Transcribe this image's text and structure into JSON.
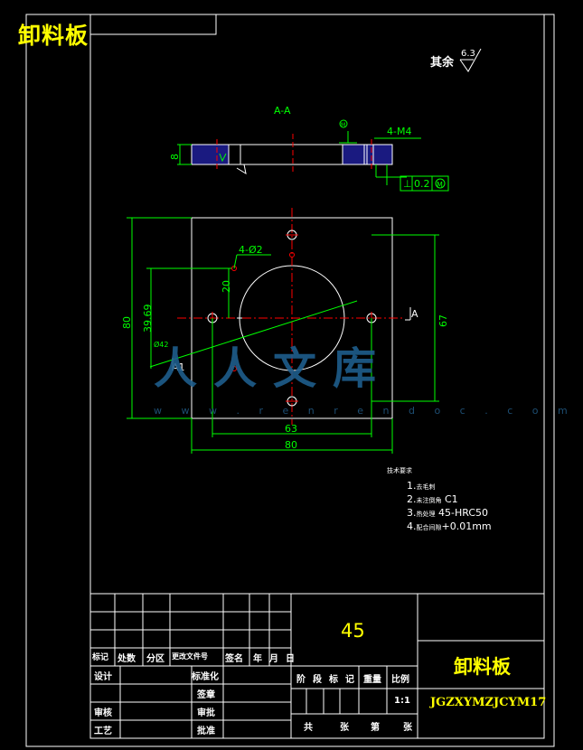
{
  "part_title": "卸料板",
  "roughness": {
    "label": "其余",
    "value": "6.3"
  },
  "views": {
    "section_label": "A-A",
    "section_thickness": "8",
    "thread_callout": "4-M4",
    "tolerance": {
      "symbol": "⊥",
      "value": "0.2",
      "modifier": "M"
    },
    "section_mark": "A",
    "section_mark_left": "A1"
  },
  "plan_dims": {
    "pin_holes": "4-Ø2",
    "pin_offset": "20",
    "height_total": "80",
    "hole_center_y": "39.69",
    "hole_spacing_v": "67",
    "hole_spacing_h": "63",
    "width_total": "80",
    "leader_small": "Ø42"
  },
  "notes": {
    "heading": "技术要求",
    "items": [
      {
        "num": "1.",
        "prefix": "去毛刺",
        "text": ""
      },
      {
        "num": "2.",
        "prefix": "未注倒角",
        "text": "C1"
      },
      {
        "num": "3.",
        "prefix": "热处理",
        "text": "45-HRC50"
      },
      {
        "num": "4.",
        "prefix": "配合间隙",
        "text": "+0.01mm"
      }
    ]
  },
  "title_block": {
    "material": "45",
    "name": "卸料板",
    "drawing_no": "JGZXYMZJCYM17",
    "row_header": [
      "标记",
      "处数",
      "分区",
      "更改文件号",
      "签名",
      "年",
      "月",
      "日"
    ],
    "design": "设计",
    "standard": "标准化",
    "review": "审核",
    "process": "工艺",
    "stage_header": [
      "阶",
      "段",
      "标",
      "记",
      "重量",
      "比例"
    ],
    "scale": "1:1",
    "sheet_footer": [
      "共",
      "张",
      "第",
      "张"
    ],
    "approve": "批准",
    "stamp": "签章",
    "check": "审批"
  },
  "watermark": {
    "logo": "人人文库",
    "url": "w w w . r e n r e n d o c . c o m"
  },
  "colors": {
    "border": "#ffffff",
    "dimension": "#00ff00",
    "centerline": "#ff0000",
    "hatch": "#3a3aff",
    "title": "#ffff00"
  }
}
